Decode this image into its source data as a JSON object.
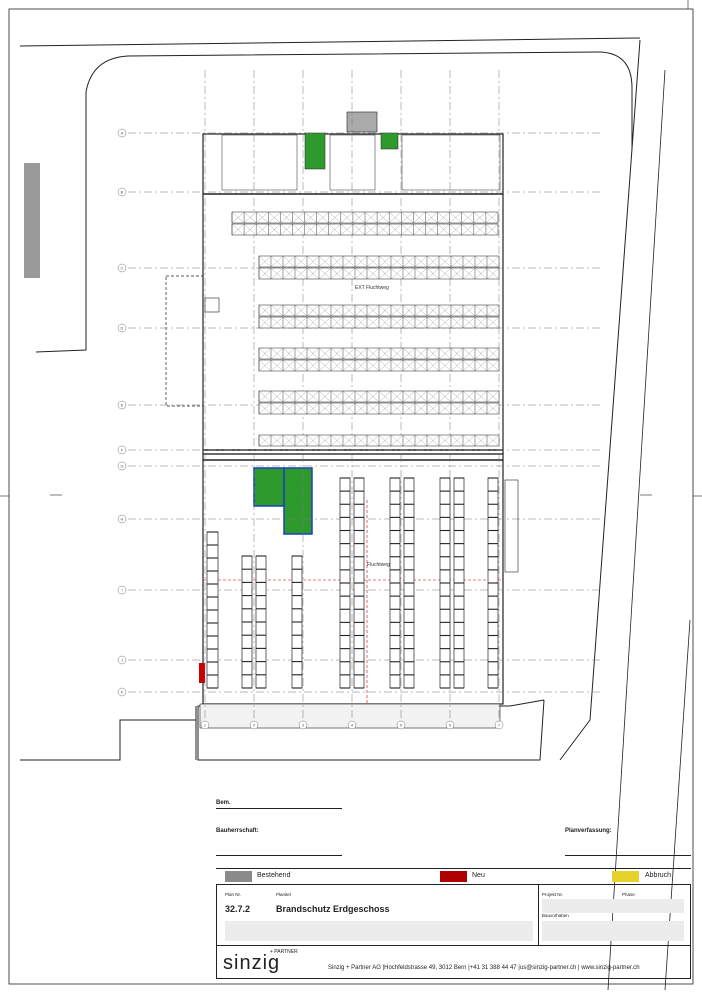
{
  "grid_rows": [
    "A",
    "B",
    "C",
    "D",
    "E",
    "F",
    "G",
    "H",
    "I",
    "J",
    "K"
  ],
  "grid_cols": [
    "1",
    "2",
    "3",
    "4",
    "5",
    "6",
    "7"
  ],
  "plan_notes": [
    "EXT Fluchtweg",
    "Fluchtweg"
  ],
  "title_block": {
    "bem_label": "Bem.",
    "bauherrschaft_label": "Bauherrschaft:",
    "planverfassung_label": "Planverfassung:",
    "legend": [
      {
        "label": "Bestehend",
        "color": "#8a8a8a"
      },
      {
        "label": "Neu",
        "color": "#b00000"
      },
      {
        "label": "Abbruch",
        "color": "#e6d22a"
      }
    ],
    "plan_nr_label": "Plan Nr.",
    "plan_nr": "32.7.2",
    "plantitel_label": "Planitel",
    "plantitel": "Brandschutz Erdgeschoss",
    "project_nr_label": "Projekt Nr.",
    "phase_label": "Phase",
    "bauvorhaben_label": "Bauvorhaben",
    "logo_text": "sinzig",
    "logo_sup": "+ PARTNER",
    "footer": {
      "company": "Sinzig + Partner AG",
      "address": "Hochfeldstrasse 49, 3012 Bern",
      "phone": "+41 31 388 44 47",
      "email": "us@sinzig-partner.ch",
      "web": "www.sinzig-partner.ch"
    }
  }
}
